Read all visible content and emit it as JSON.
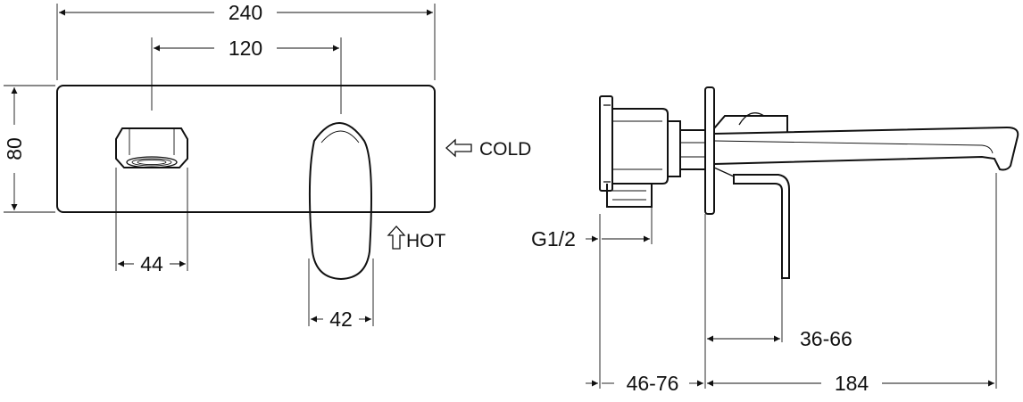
{
  "front_view": {
    "dim_width": "240",
    "dim_spacing": "120",
    "dim_height": "80",
    "dim_outlet": "44",
    "dim_handle": "42",
    "label_cold": "COLD",
    "label_hot": "HOT"
  },
  "side_view": {
    "dim_thread": "G1/2",
    "dim_handle_depth": "36-66",
    "dim_wall_depth": "46-76",
    "dim_spout_reach": "184"
  }
}
